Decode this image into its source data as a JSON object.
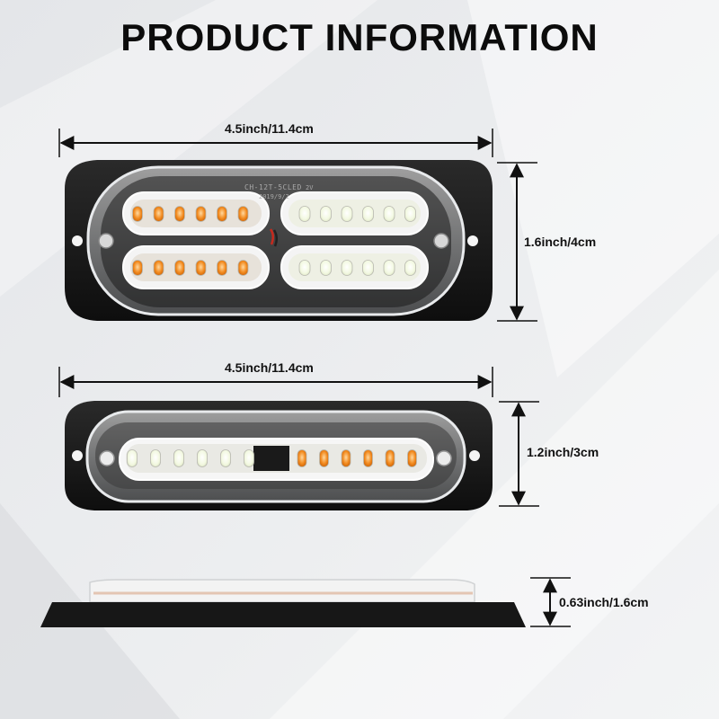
{
  "title": "PRODUCT INFORMATION",
  "dimensions": {
    "top_width": "4.5inch/11.4cm",
    "top_height": "1.6inch/4cm",
    "mid_width": "4.5inch/11.4cm",
    "mid_height": "1.2inch/3cm",
    "depth": "0.63inch/1.6cm"
  },
  "product_marking": {
    "model": "CH-12T-5CLED",
    "date": "2019/9/2",
    "voltage": "2V"
  },
  "colors": {
    "amber": "#f28a1e",
    "white_led": "#f4f9e4",
    "housing": "#141414"
  }
}
